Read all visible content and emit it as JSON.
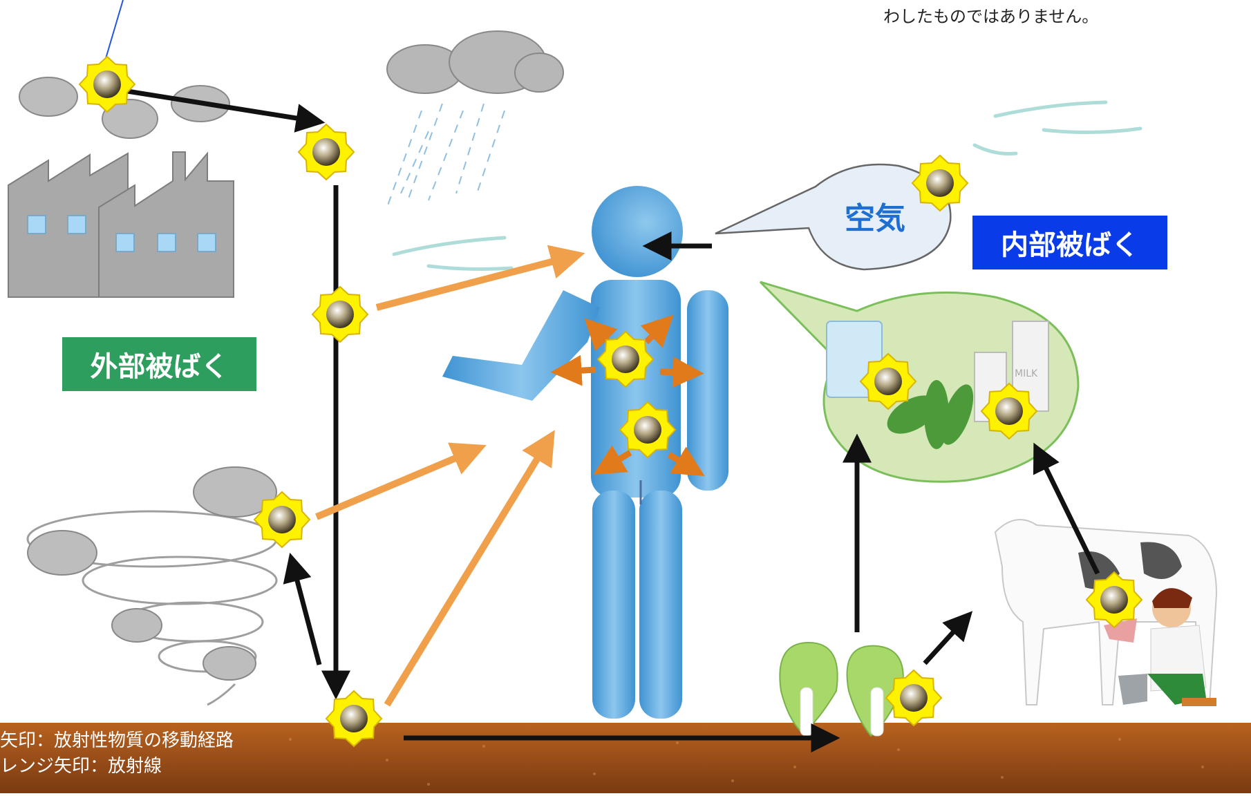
{
  "note": "わしたものではありません。",
  "labels": {
    "external": "外部被ばく",
    "internal": "内部被ばく",
    "air": "空気"
  },
  "legend": {
    "line1": "矢印：放射性物質の移動経路",
    "line2": "レンジ矢印：放射線"
  },
  "colors": {
    "path_arrow": "#111111",
    "radiation_arrow": "#f0a04a",
    "inner_arrow": "#e07a1a",
    "external_bg": "#2e9e5e",
    "internal_bg": "#0a3be8",
    "air_text": "#1f6fd1",
    "person": "#5aa9df",
    "soil": "#9a4e1c"
  }
}
